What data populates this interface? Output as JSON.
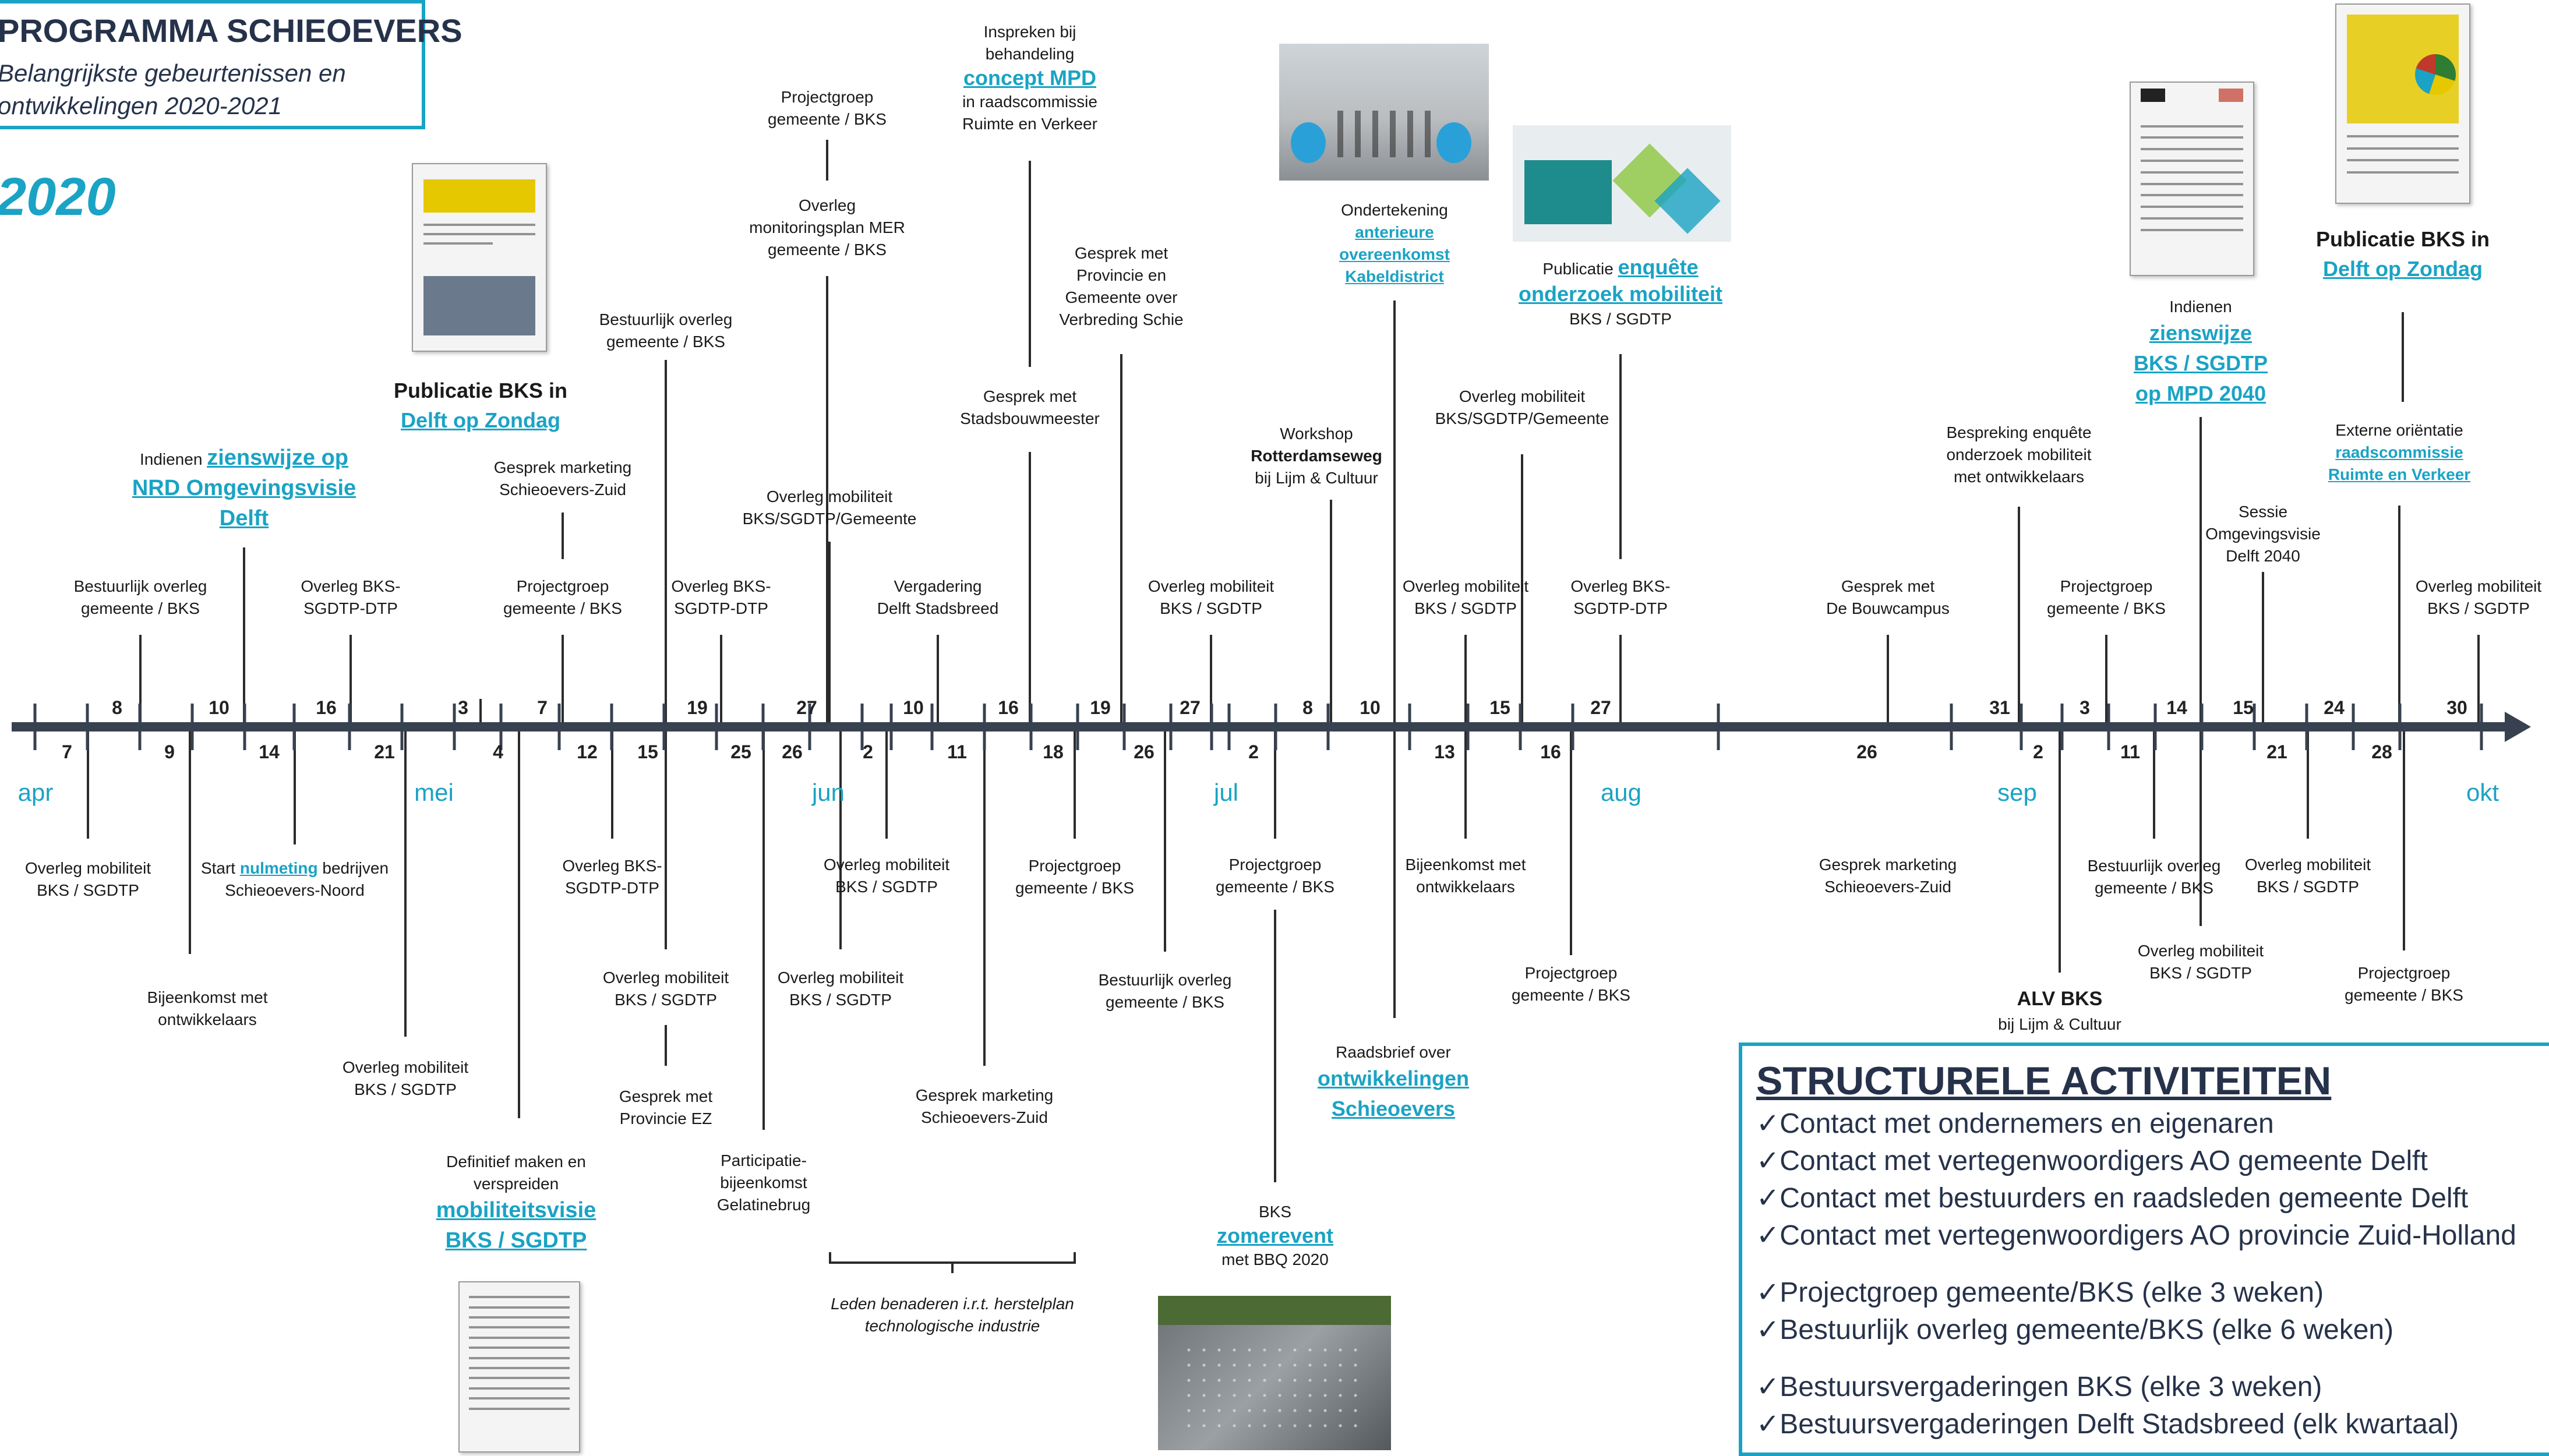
{
  "title": {
    "line1": "PROGRAMMA SCHIEOEVERS",
    "line2": "Belangrijkste gebeurtenissen en",
    "line3": "ontwikkelingen 2020-2021"
  },
  "year": "2020",
  "months": [
    "apr",
    "mei",
    "jun",
    "jul",
    "aug",
    "sep",
    "okt"
  ],
  "days_above": [
    "8",
    "10",
    "16",
    "3",
    "7",
    "19",
    "27",
    "10",
    "16",
    "19",
    "27",
    "8",
    "10",
    "15",
    "27",
    "31",
    "3",
    "14",
    "15",
    "24",
    "30"
  ],
  "days_below": [
    "7",
    "9",
    "14",
    "21",
    "4",
    "12",
    "15",
    "25",
    "26",
    "2",
    "11",
    "18",
    "26",
    "2",
    "13",
    "16",
    "26",
    "2",
    "11",
    "21",
    "28"
  ],
  "events": {
    "e01": [
      "Overleg mobiliteit",
      "BKS / SGDTP"
    ],
    "e02": [
      "Bestuurlijk overleg",
      "gemeente / BKS"
    ],
    "e03": [
      "Bijeenkomst met",
      "ontwikkelaars"
    ],
    "e04": {
      "pre": "Indienen",
      "link1": "zienswijze op",
      "link2": "NRD Omgevingsvisie",
      "link3": "Delft"
    },
    "e05": {
      "pre": "Start",
      "link": "nulmeting",
      "post": "bedrijven",
      "line2": "Schieoevers-Noord"
    },
    "e06": [
      "Overleg BKS-",
      "SGDTP-DTP"
    ],
    "e07": [
      "Overleg mobiliteit",
      "BKS / SGDTP"
    ],
    "e08": {
      "bold": "Publicatie BKS in",
      "link": "Delft op Zondag"
    },
    "e09": [
      "Gesprek marketing",
      "Schieoevers-Zuid"
    ],
    "e10": {
      "l1": "Definitief maken en",
      "l2": "verspreiden",
      "link1": "mobiliteitsvisie",
      "link2": "BKS / SGDTP"
    },
    "e11": [
      "Projectgroep",
      "gemeente / BKS"
    ],
    "e12": [
      "Overleg BKS-",
      "SGDTP-DTP"
    ],
    "e13": [
      "Bestuurlijk overleg",
      "gemeente / BKS"
    ],
    "e14": [
      "Overleg mobiliteit",
      "BKS / SGDTP"
    ],
    "e15": [
      "Gesprek met",
      "Provincie EZ"
    ],
    "e16": [
      "Overleg BKS-",
      "SGDTP-DTP"
    ],
    "e17": [
      "Participatie-",
      "bijeenkomst",
      "Gelatinebrug"
    ],
    "e18": [
      "Projectgroep",
      "gemeente / BKS"
    ],
    "e19": [
      "Overleg",
      "monitoringsplan MER",
      "gemeente / BKS"
    ],
    "e20": [
      "Overleg mobiliteit",
      "BKS/SGDTP/Gemeente"
    ],
    "e21": [
      "Overleg mobiliteit",
      "BKS / SGDTP"
    ],
    "e22": [
      "Overleg mobiliteit",
      "BKS / SGDTP"
    ],
    "e23": [
      "Vergadering",
      "Delft Stadsbreed"
    ],
    "e24": [
      "Gesprek marketing",
      "Schieoevers-Zuid"
    ],
    "e25": {
      "l1": "Inspreken bij",
      "l2": "behandeling",
      "link": "concept MPD",
      "l3": "in raadscommissie",
      "l4": "Ruimte en Verkeer"
    },
    "e26": [
      "Gesprek met",
      "Stadsbouwmeester"
    ],
    "e27": [
      "Projectgroep",
      "gemeente / BKS"
    ],
    "e28": [
      "Gesprek met",
      "Provincie en",
      "Gemeente over",
      "Verbreding Schie"
    ],
    "e29": [
      "Bestuurlijk overleg",
      "gemeente / BKS"
    ],
    "e30": [
      "Overleg mobiliteit",
      "BKS / SGDTP"
    ],
    "e31": [
      "Projectgroep",
      "gemeente / BKS"
    ],
    "e32": {
      "l1": "BKS",
      "link": "zomerevent",
      "l2": "met BBQ 2020"
    },
    "e33": {
      "l1": "Workshop",
      "bold": "Rotterdamseweg",
      "l2": "bij Lijm & Cultuur"
    },
    "e34": {
      "l1": "Ondertekening",
      "link1": "anterieure",
      "link2": "overeenkomst",
      "link3": "Kabeldistrict"
    },
    "e35": {
      "l1": "Raadsbrief over",
      "link1": "ontwikkelingen",
      "link2": "Schieoevers"
    },
    "e36": [
      "Overleg mobiliteit",
      "BKS / SGDTP"
    ],
    "e37": [
      "Bijeenkomst met",
      "ontwikkelaars"
    ],
    "e38": [
      "Overleg mobiliteit",
      "BKS/SGDTP/Gemeente"
    ],
    "e39": {
      "pre": "Publicatie",
      "link1": "enquête",
      "link2": "onderzoek mobiliteit",
      "l2": "BKS / SGDTP"
    },
    "e40": [
      "Overleg BKS-",
      "SGDTP-DTP"
    ],
    "e41": [
      "Projectgroep",
      "gemeente / BKS"
    ],
    "e42": [
      "Gesprek met",
      "De Bouwcampus"
    ],
    "e43": [
      "Gesprek marketing",
      "Schieoevers-Zuid"
    ],
    "e44": [
      "Bespreking enquête",
      "onderzoek mobiliteit",
      "met ontwikkelaars"
    ],
    "e45": {
      "bold": "ALV BKS",
      "l1": "bij Lijm & Cultuur"
    },
    "e46": [
      "Projectgroep",
      "gemeente / BKS"
    ],
    "e47": [
      "Bestuurlijk overleg",
      "gemeente / BKS"
    ],
    "e48": {
      "l1": "Indienen",
      "link1": "zienswijze",
      "link2": "BKS / SGDTP",
      "link3": "op MPD 2040"
    },
    "e49": [
      "Overleg mobiliteit",
      "BKS / SGDTP"
    ],
    "e50": [
      "Sessie",
      "Omgevingsvisie",
      "Delft 2040"
    ],
    "e51": [
      "Overleg mobiliteit",
      "BKS / SGDTP"
    ],
    "e52": {
      "l1": "Externe oriëntatie",
      "link1": "raadscommissie",
      "link2": "Ruimte en Verkeer"
    },
    "e53": [
      "Projectgroep",
      "gemeente / BKS"
    ],
    "e54": {
      "bold": "Publicatie BKS in",
      "link": "Delft op Zondag"
    },
    "e55": [
      "Overleg mobiliteit",
      "BKS / SGDTP"
    ]
  },
  "bracket_note": [
    "Leden benaderen i.r.t. herstelplan",
    "technologische industrie"
  ],
  "structural": {
    "heading": "STRUCTURELE ACTIVITEITEN",
    "group1": [
      "✓Contact met ondernemers en eigenaren",
      "✓Contact met vertegenwoordigers AO gemeente Delft",
      "✓Contact met bestuurders en raadsleden gemeente Delft",
      "✓Contact met vertegenwoordigers AO provincie Zuid-Holland"
    ],
    "group2": [
      "✓Projectgroep gemeente/BKS (elke 3 weken)",
      "✓Bestuurlijk overleg gemeente/BKS (elke 6 weken)"
    ],
    "group3": [
      "✓Bestuursvergaderingen BKS (elke 3 weken)",
      "✓Bestuursvergaderingen Delft Stadsbreed (elk kwartaal)"
    ]
  },
  "colors": {
    "accent": "#1aa3c4",
    "axis": "#37414f",
    "text": "#1a1a1a",
    "heading": "#26324a"
  }
}
